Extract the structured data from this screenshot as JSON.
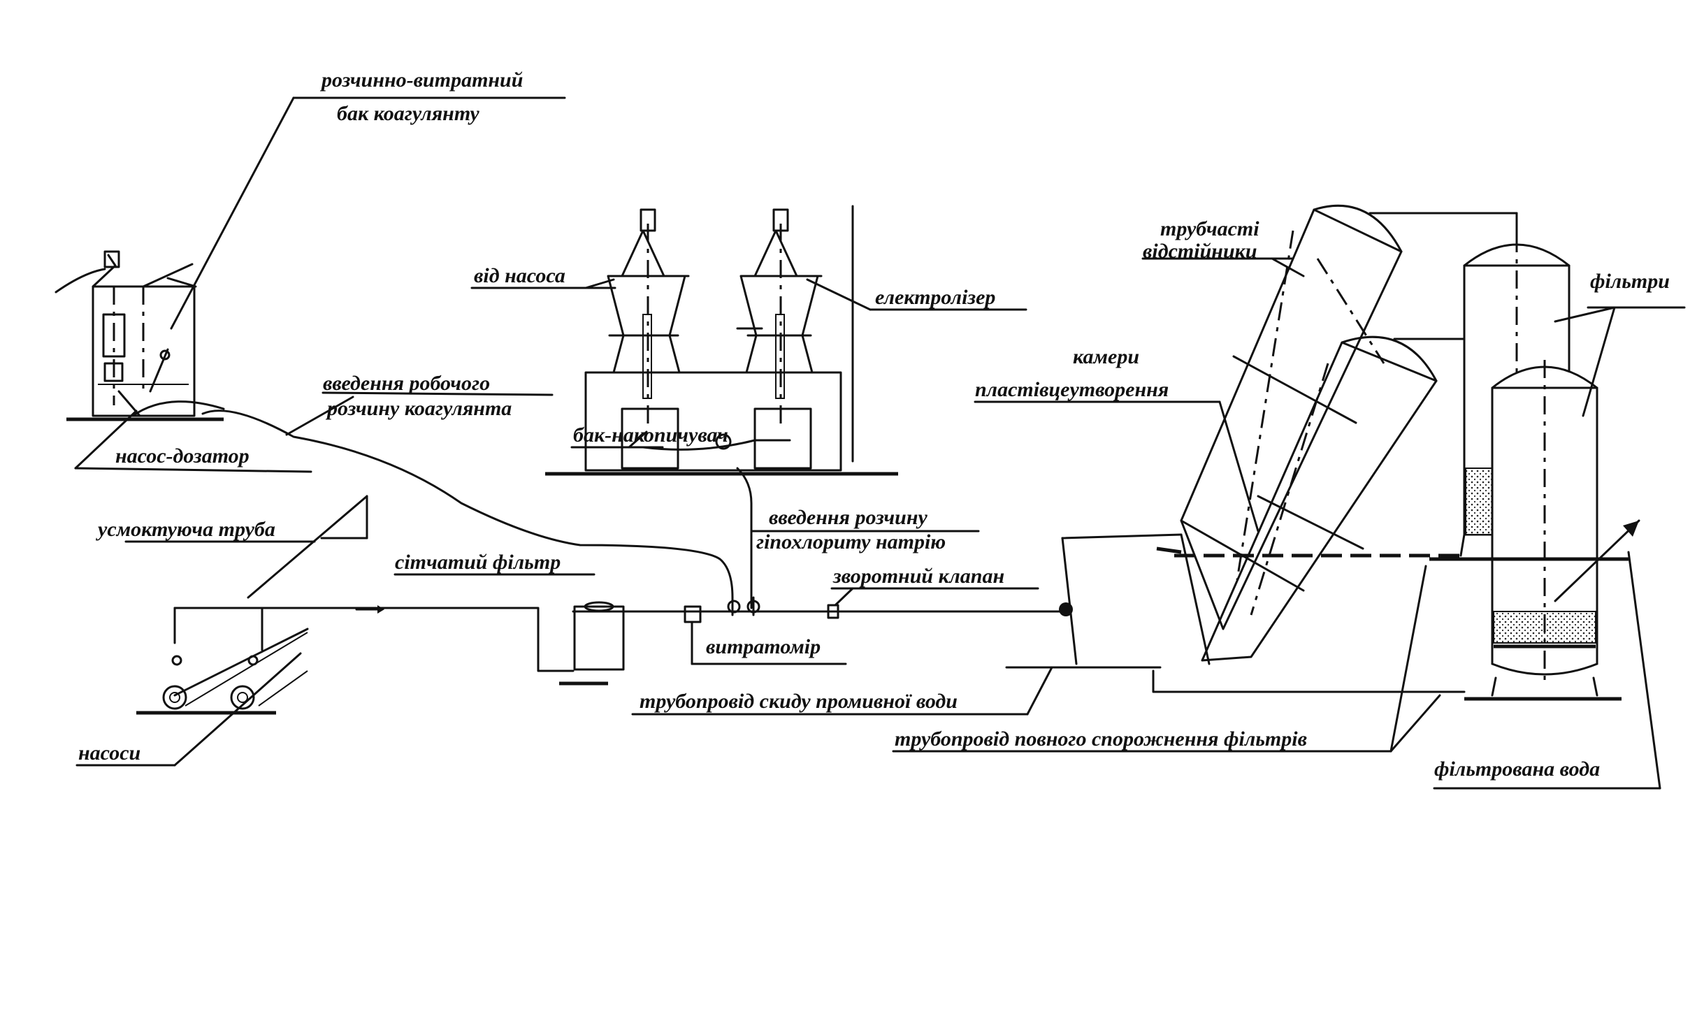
{
  "labels": {
    "coag_tank_1": "розчинно-витратний",
    "coag_tank_2": "бак коагулянту",
    "dosing_pump": "насос-дозатор",
    "working_solution_1": "введення робочого",
    "working_solution_2": "розчину коагулянта",
    "storage_tank": "бак-накопичувач",
    "from_pump": "від насоса",
    "electrolyzer": "електролізер",
    "suction_pipe": "усмоктуюча труба",
    "mesh_filter": "сітчатий фільтр",
    "hypochlorite_1": "введення розчину",
    "hypochlorite_2": "гіпохлориту натрію",
    "check_valve": "зворотний клапан",
    "flowmeter": "витратомір",
    "wash_drain": "трубопровід скиду промивної води",
    "pumps": "насоси",
    "settlers_1": "трубчасті",
    "settlers_2": "відстійники",
    "flocculation_1": "камери",
    "flocculation_2": "пластівцеутворення",
    "filters": "фільтри",
    "full_drain": "трубопровід повного спорожнення фільтрів",
    "filtered_water": "фільтрована вода"
  }
}
